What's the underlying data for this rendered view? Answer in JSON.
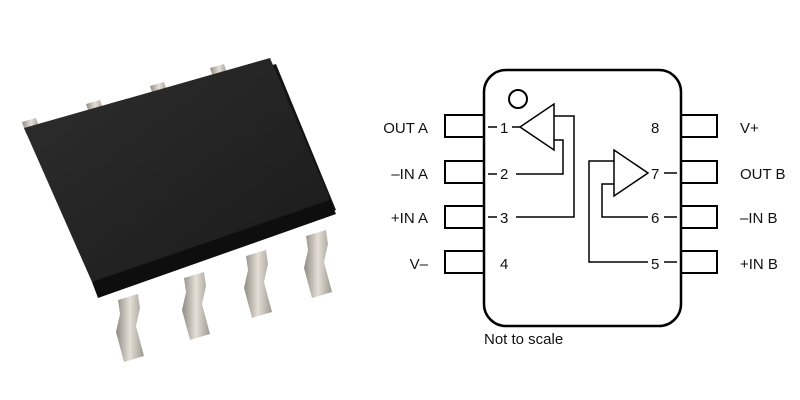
{
  "package_photo": {
    "body_color": "#232323",
    "lead_color": "#c9c4bb"
  },
  "diagram": {
    "caption": "Not to scale",
    "left_pins": [
      {
        "number": "1",
        "label": "OUT A"
      },
      {
        "number": "2",
        "label": "–IN A"
      },
      {
        "number": "3",
        "label": "+IN A"
      },
      {
        "number": "4",
        "label": "V–"
      }
    ],
    "right_pins": [
      {
        "number": "8",
        "label": "V+"
      },
      {
        "number": "7",
        "label": "OUT B"
      },
      {
        "number": "6",
        "label": "–IN B"
      },
      {
        "number": "5",
        "label": "+IN B"
      }
    ]
  }
}
